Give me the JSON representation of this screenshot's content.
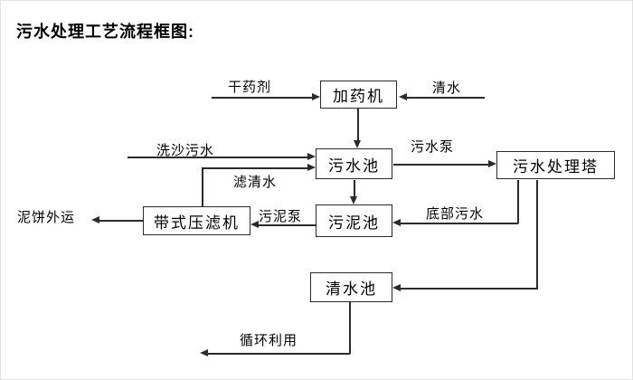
{
  "title": "污水处理工艺流程框图:",
  "nodes": {
    "dosing_machine": "加药机",
    "sewage_pool": "污水池",
    "treatment_tower": "污水处理塔",
    "sludge_pool": "污泥池",
    "belt_filter_press": "带式压滤机",
    "clean_water_pool": "清水池"
  },
  "edge_labels": {
    "dry_agent": "干药剂",
    "clean_water": "清水",
    "sand_wash_sewage": "洗沙污水",
    "sewage_pump": "污水泵",
    "filtered_water": "滤清水",
    "sludge_pump": "污泥泵",
    "bottom_sewage": "底部污水",
    "mud_cake_out": "泥饼外运",
    "recycling": "循环利用"
  },
  "flows": [
    {
      "from": "干药剂",
      "to": "加药机"
    },
    {
      "from": "清水",
      "to": "加药机"
    },
    {
      "from": "加药机",
      "to": "污水池"
    },
    {
      "from": "洗沙污水",
      "to": "污水池"
    },
    {
      "from": "带式压滤机",
      "to": "污水池",
      "label": "滤清水"
    },
    {
      "from": "污水池",
      "to": "污水处理塔",
      "label": "污水泵"
    },
    {
      "from": "污水池",
      "to": "污泥池"
    },
    {
      "from": "污水处理塔",
      "to": "污泥池",
      "label": "底部污水"
    },
    {
      "from": "污水处理塔",
      "to": "清水池"
    },
    {
      "from": "污泥池",
      "to": "带式压滤机",
      "label": "污泥泵"
    },
    {
      "from": "带式压滤机",
      "to": "泥饼外运"
    },
    {
      "from": "清水池",
      "to": "循环利用"
    }
  ],
  "colors": {
    "line": "#2b2b2b",
    "text": "#000000",
    "background": "#ffffff"
  }
}
